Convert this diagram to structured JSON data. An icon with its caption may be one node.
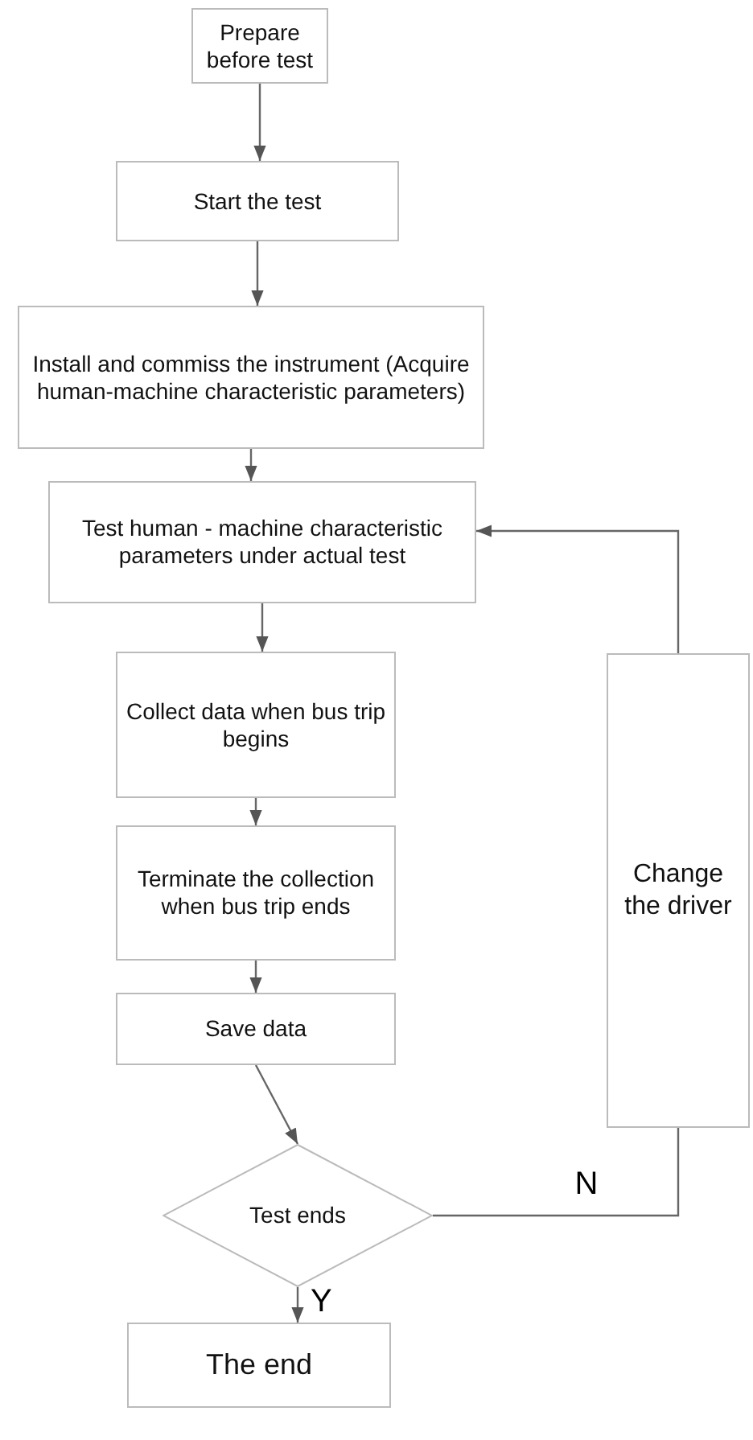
{
  "diagram": {
    "nodes": [
      {
        "text": [
          "Prepare before test"
        ]
      },
      {
        "text": [
          "Start the test"
        ]
      },
      {
        "text": [
          "Install and commiss the instrument (Acquire human-machine characteristic parameters)"
        ]
      },
      {
        "text": [
          "Test human - machine characteristic parameters under actual test"
        ]
      },
      {
        "text": [
          "Collect data when bus trip begins"
        ]
      },
      {
        "text": [
          "Terminate the collection when bus trip ends"
        ]
      },
      {
        "text": [
          "Save data"
        ]
      },
      {
        "text": [
          "Test ends"
        ]
      },
      {
        "text": [
          "The end"
        ]
      },
      {
        "text": [
          "Change the driver"
        ]
      }
    ],
    "edges": [
      {
        "from": 0,
        "to": 1,
        "arrow": "to"
      },
      {
        "from": 1,
        "to": 2,
        "arrow": "to"
      },
      {
        "from": 2,
        "to": 3,
        "arrow": "to"
      },
      {
        "from": 3,
        "to": 4,
        "arrow": "to"
      },
      {
        "from": 4,
        "to": 5,
        "arrow": "to"
      },
      {
        "from": 5,
        "to": 6,
        "arrow": "to"
      },
      {
        "from": 6,
        "to": 7,
        "arrow": "to"
      },
      {
        "from": 7,
        "to": 8,
        "arrow": "to",
        "label": "Y"
      },
      {
        "from": 7,
        "to": 9,
        "arrow": "none",
        "label": "N"
      },
      {
        "from": 9,
        "to": 3,
        "arrow": "to"
      }
    ]
  }
}
